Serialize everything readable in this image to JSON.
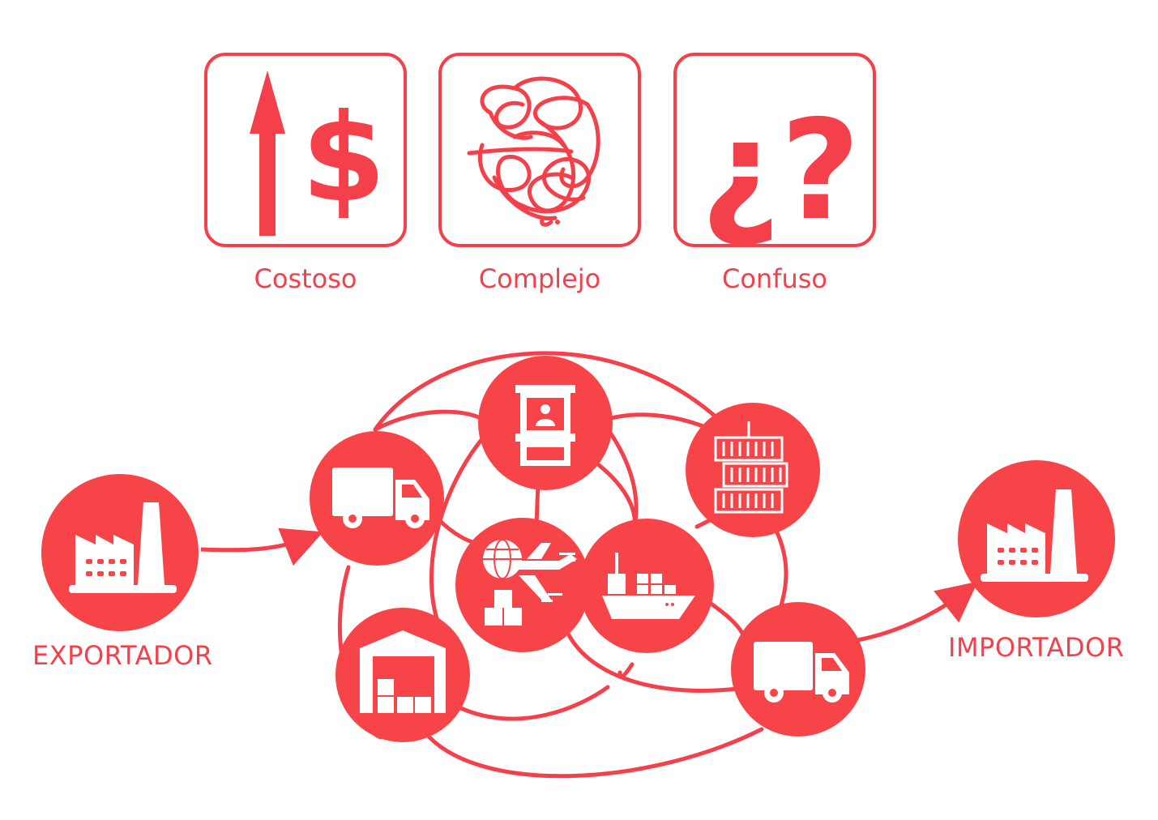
{
  "cards": [
    {
      "label": "Costoso",
      "icon": "arrow-up-dollar-icon"
    },
    {
      "label": "Complejo",
      "icon": "tangle-icon"
    },
    {
      "label": "Confuso",
      "icon": "question-marks-icon"
    }
  ],
  "nodes": {
    "exporter": {
      "label": "EXPORTADOR",
      "icon": "factory-icon"
    },
    "importer": {
      "label": "IMPORTADOR",
      "icon": "factory-icon"
    }
  },
  "dollar_glyph": "$",
  "question_glyph": "¿?",
  "colors": {
    "accent": "#f4404a",
    "fill": "#f74448",
    "white": "#ffffff"
  }
}
